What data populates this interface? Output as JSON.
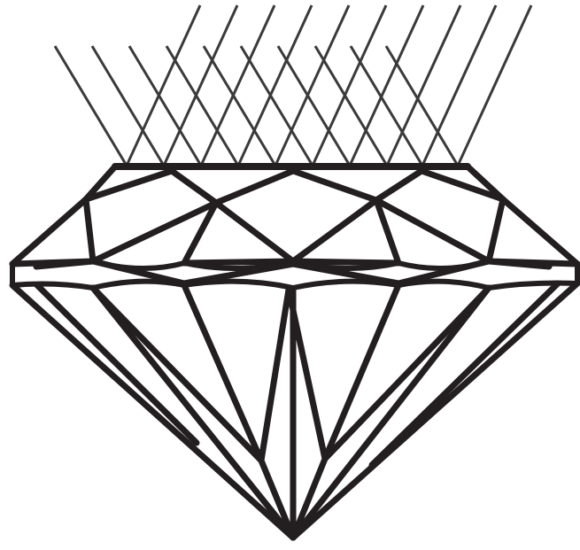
{
  "diagram": {
    "subject": "diamond-light-reflection",
    "colors": {
      "background": "#ffffff",
      "outline": "#231f20",
      "rays": "#3a3a3a"
    },
    "incoming_ray_count": 10,
    "reflected_ray_count": 10
  }
}
